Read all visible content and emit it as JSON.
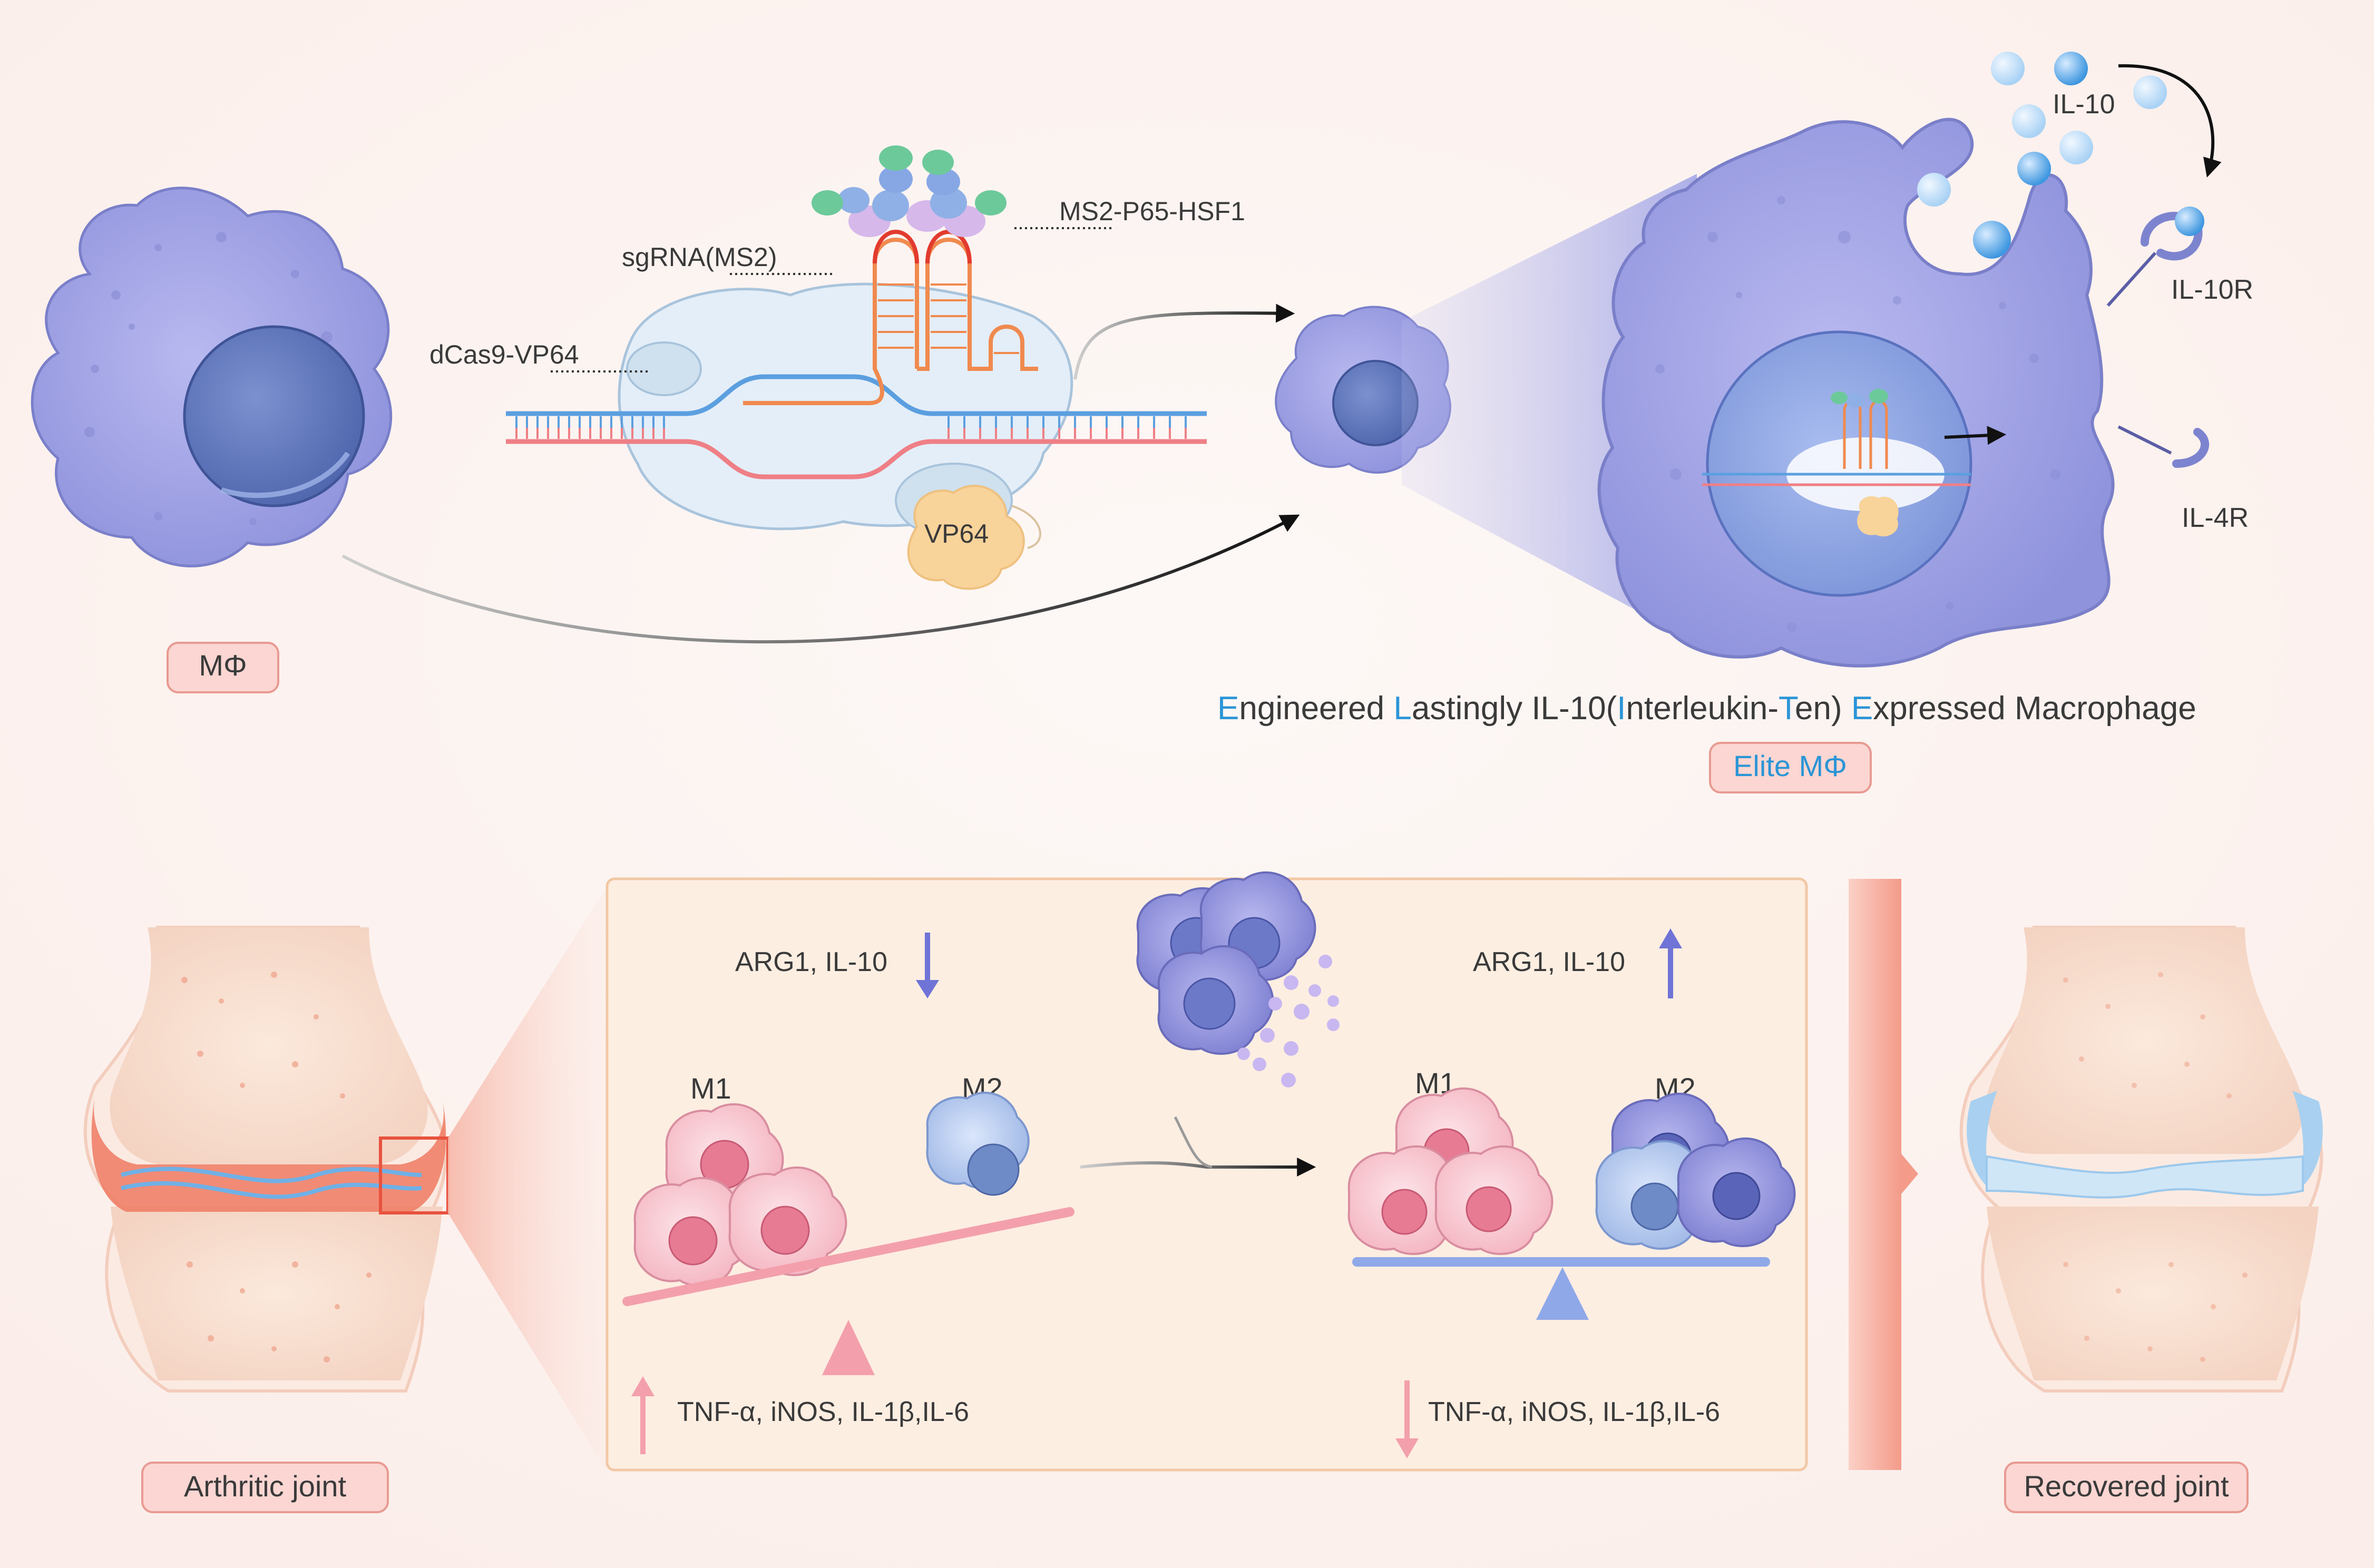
{
  "top": {
    "macrophage_label": "MΦ",
    "dcas9_label": "dCas9-VP64",
    "sgrna_label": "sgRNA(MS2)",
    "ms2_label": "MS2-P65-HSF1",
    "vp64_label": "VP64",
    "il10_label": "IL-10",
    "il10r_label": "IL-10R",
    "il4r_label": "IL-4R",
    "acronym_parts": [
      {
        "text": "E",
        "accent": true
      },
      {
        "text": "ngineered ",
        "accent": false
      },
      {
        "text": "L",
        "accent": true
      },
      {
        "text": "astingly IL-10(",
        "accent": false
      },
      {
        "text": "I",
        "accent": true
      },
      {
        "text": "nterleukin-",
        "accent": false
      },
      {
        "text": "T",
        "accent": true
      },
      {
        "text": "en) ",
        "accent": false
      },
      {
        "text": "E",
        "accent": true
      },
      {
        "text": "xpressed Macrophage",
        "accent": false
      }
    ],
    "elite_label": "Elite MΦ"
  },
  "bottom": {
    "arthritic_label": "Arthritic joint",
    "recovered_label": "Recovered joint",
    "left_anti": "ARG1, IL-10",
    "left_pro": "TNF-α, iNOS, IL-1β,IL-6",
    "right_anti": "ARG1, IL-10",
    "right_pro": "TNF-α, iNOS, IL-1β,IL-6",
    "m1_left": "M1",
    "m2_left": "M2",
    "m1_right": "M1",
    "m2_right": "M2"
  },
  "colors": {
    "accent": "#2b95d6",
    "macrophage": "#a9a9e8",
    "nucleus": "#6c82c4",
    "pill_fill": "#fbd6d2",
    "m1_pink": "#f3a6b4",
    "m2_blue": "#9fb8e6",
    "scale_pink": "#f3a0ac",
    "scale_blue": "#8fa8e8"
  },
  "icons": [
    "arrow-down-icon",
    "arrow-up-icon",
    "curved-arrow-icon",
    "cytokine-dot-icon"
  ]
}
